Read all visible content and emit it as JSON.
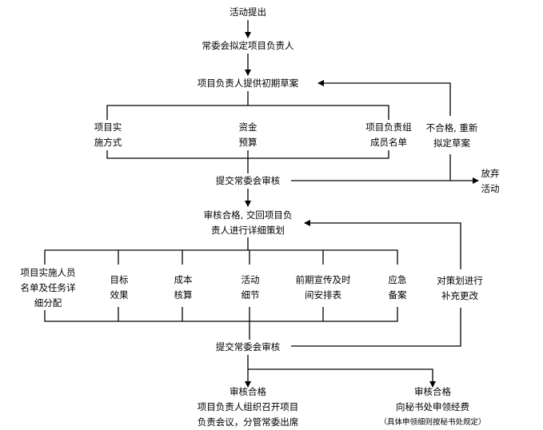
{
  "nodes": {
    "start": [
      "活动提出"
    ],
    "committee_assign": [
      "常委会拟定项目负责人"
    ],
    "initial_draft": [
      "项目负责人提供初期草案"
    ],
    "impl_method": [
      "项目实",
      "施方式"
    ],
    "budget": [
      "资金",
      "预算"
    ],
    "member_list": [
      "项目负责组",
      "成员名单"
    ],
    "reject_redraft": [
      "不合格, 重新",
      "拟定草案"
    ],
    "submit_review_1": [
      "提交常委会审核"
    ],
    "abandon": [
      "放弃",
      "活动"
    ],
    "approved_detail": [
      "审核合格, 交回项目负",
      "责人进行详细策划"
    ],
    "staff_tasks": [
      "项目实施人员",
      "名单及任务详",
      "细分配"
    ],
    "goal_effect": [
      "目标",
      "效果"
    ],
    "cost_accounting": [
      "成本",
      "核算"
    ],
    "activity_details": [
      "活动",
      "细节"
    ],
    "promo_schedule": [
      "前期宣传及时",
      "间安排表"
    ],
    "contingency": [
      "应急",
      "备案"
    ],
    "revise_plan": [
      "对策划进行",
      "补充更改"
    ],
    "submit_review_2": [
      "提交常委会审核"
    ],
    "approved_meeting": [
      "审核合格",
      "项目负责人组织召开项目",
      "负责会议，分管常委出席"
    ],
    "approved_funds": [
      "审核合格",
      "向秘书处申领经费",
      "（具体申领细则按秘书处规定）"
    ]
  }
}
